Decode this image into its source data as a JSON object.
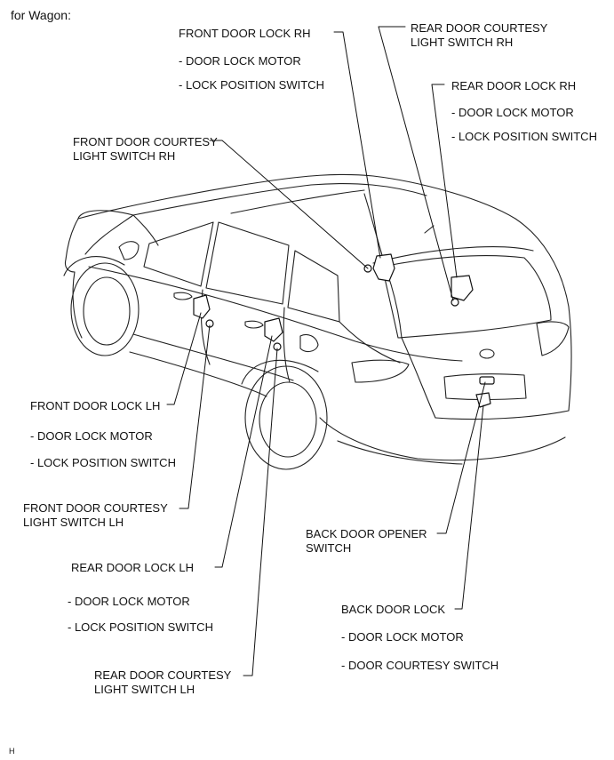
{
  "header": {
    "title": "for Wagon:"
  },
  "labels": {
    "front_door_lock_rh": {
      "name": "FRONT DOOR LOCK RH",
      "sub1": "- DOOR LOCK MOTOR",
      "sub2": "- LOCK POSITION SWITCH"
    },
    "rear_door_courtesy_rh": {
      "line1": "REAR DOOR COURTESY",
      "line2": "LIGHT SWITCH RH"
    },
    "rear_door_lock_rh": {
      "name": "REAR DOOR LOCK RH",
      "sub1": "- DOOR LOCK MOTOR",
      "sub2": "- LOCK POSITION SWITCH"
    },
    "front_door_courtesy_rh": {
      "line1": "FRONT DOOR COURTESY",
      "line2": "LIGHT SWITCH RH"
    },
    "front_door_lock_lh": {
      "name": "FRONT DOOR LOCK LH",
      "sub1": "- DOOR LOCK MOTOR",
      "sub2": "- LOCK POSITION SWITCH"
    },
    "front_door_courtesy_lh": {
      "line1": "FRONT DOOR COURTESY",
      "line2": "LIGHT SWITCH LH"
    },
    "rear_door_lock_lh": {
      "name": "REAR DOOR LOCK LH",
      "sub1": "- DOOR LOCK MOTOR",
      "sub2": "- LOCK POSITION SWITCH"
    },
    "rear_door_courtesy_lh": {
      "line1": "REAR DOOR COURTESY",
      "line2": "LIGHT SWITCH LH"
    },
    "back_door_opener": {
      "line1": "BACK DOOR OPENER",
      "line2": "SWITCH"
    },
    "back_door_lock": {
      "name": "BACK DOOR LOCK",
      "sub1": "- DOOR LOCK MOTOR",
      "sub2": "- DOOR COURTESY SWITCH"
    }
  },
  "footer": {
    "code": "H"
  }
}
